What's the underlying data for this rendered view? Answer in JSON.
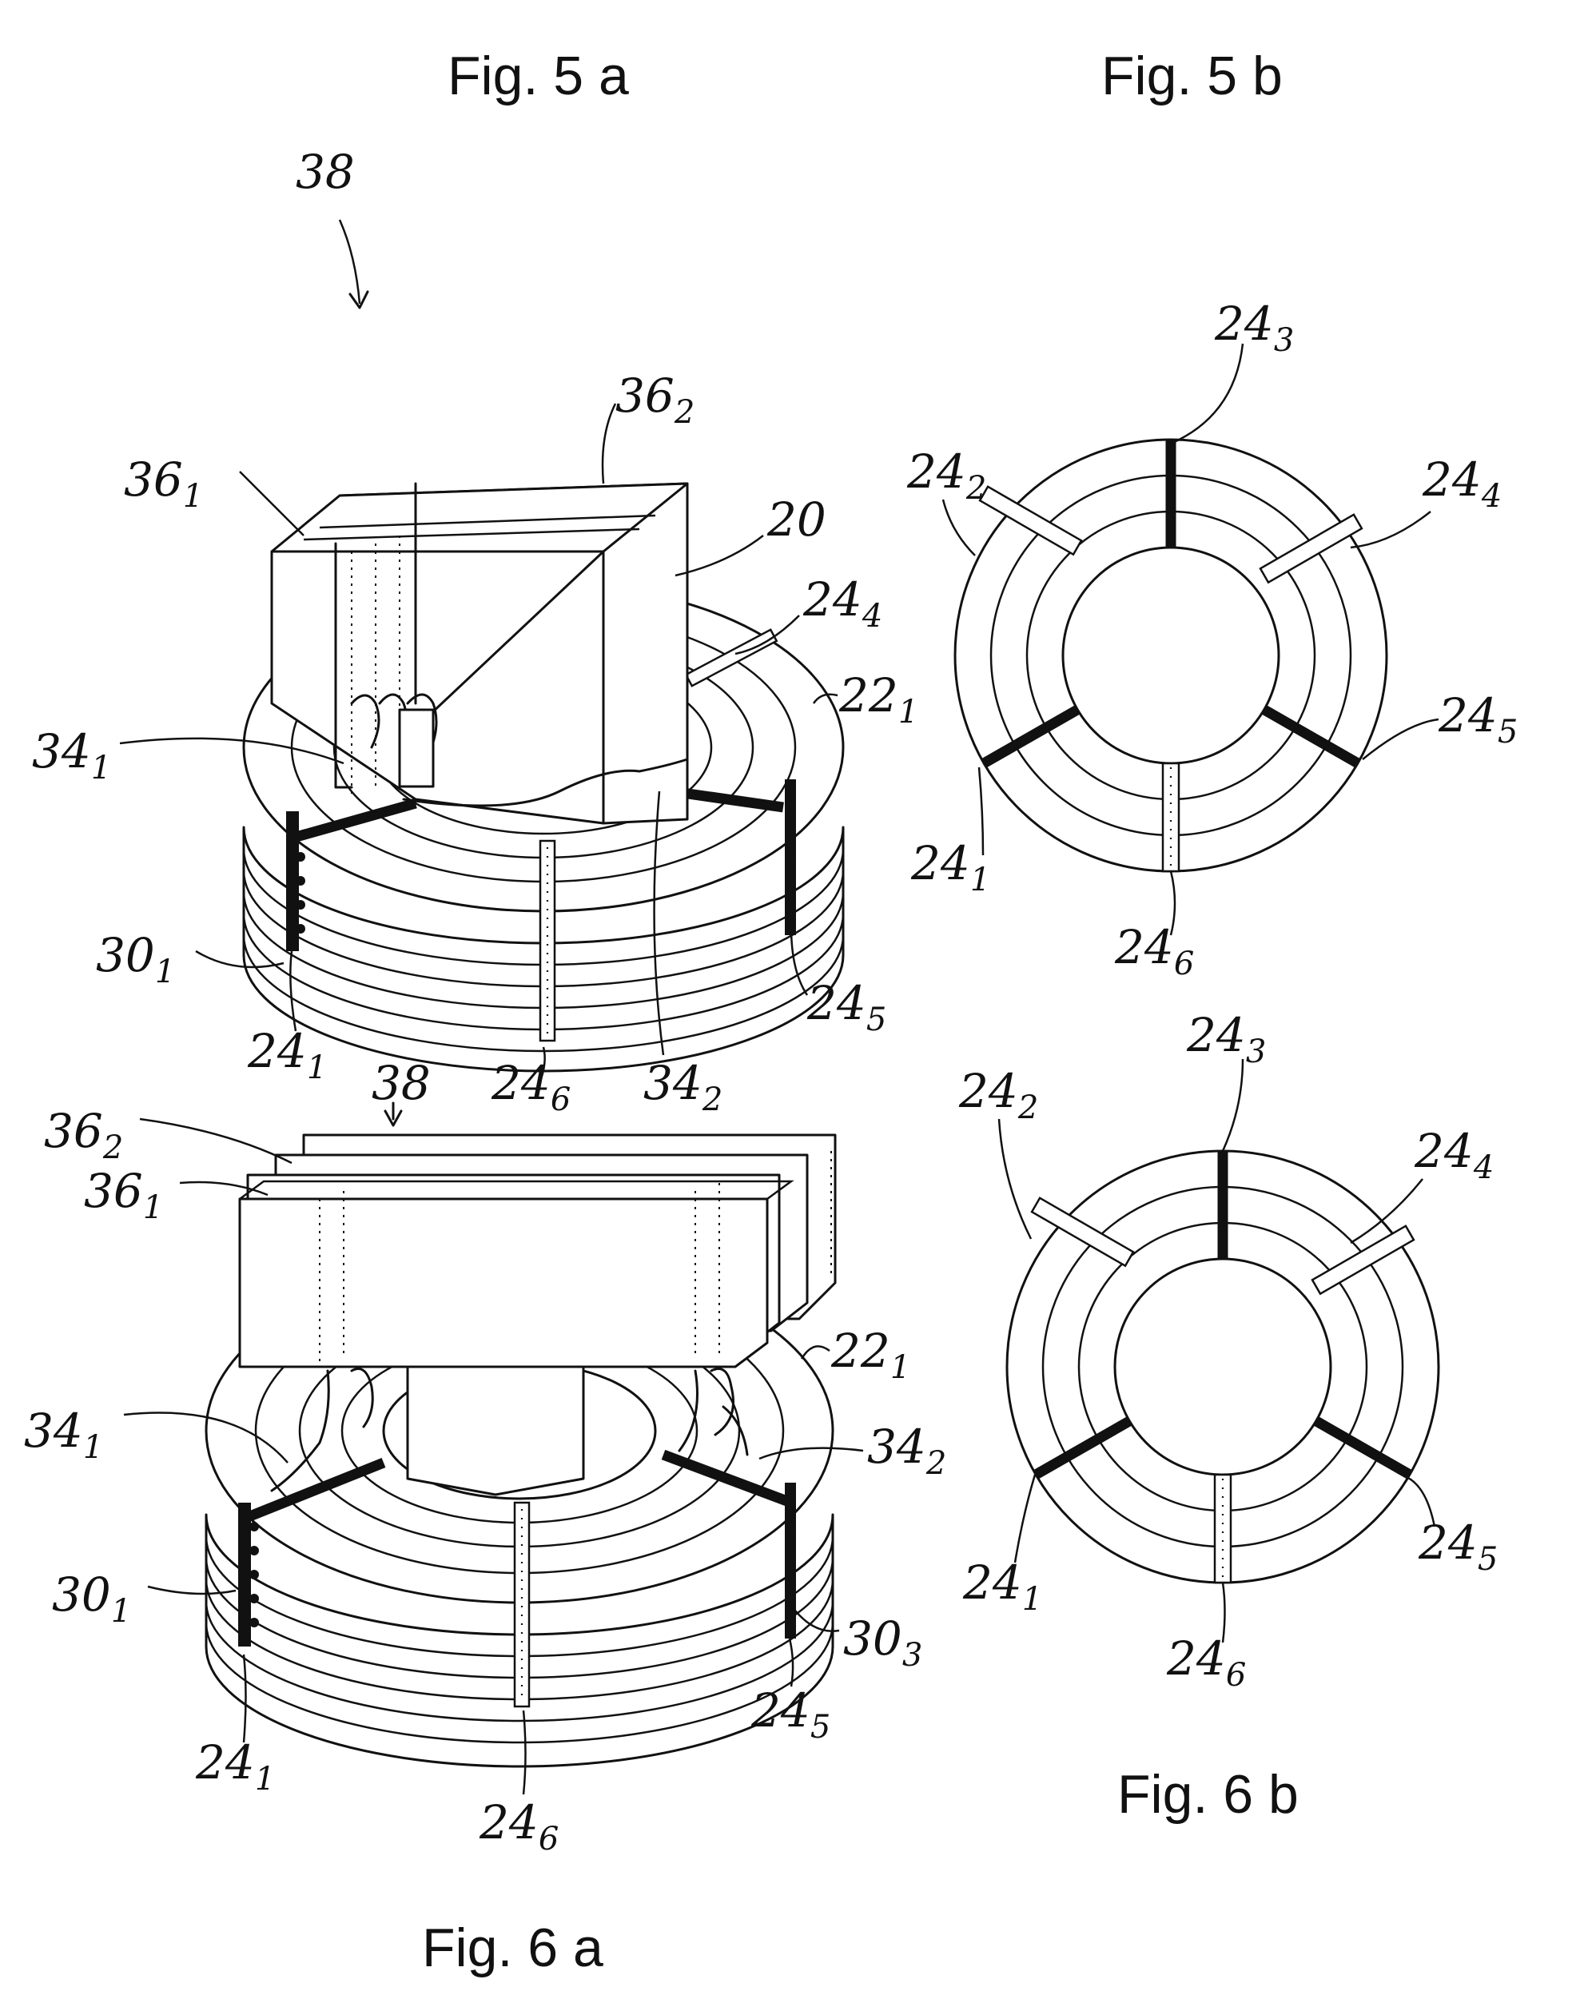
{
  "titles": {
    "fig5a": "Fig. 5 a",
    "fig5b": "Fig. 5 b",
    "fig6a": "Fig. 6 a",
    "fig6b": "Fig. 6 b"
  },
  "labels": {
    "r38": "38",
    "r20": "20",
    "r36": "36",
    "r34": "34",
    "r30": "30",
    "r24": "24",
    "r22": "22",
    "s1": "1",
    "s2": "2",
    "s3": "3",
    "s4": "4",
    "s5": "5",
    "s6": "6"
  }
}
